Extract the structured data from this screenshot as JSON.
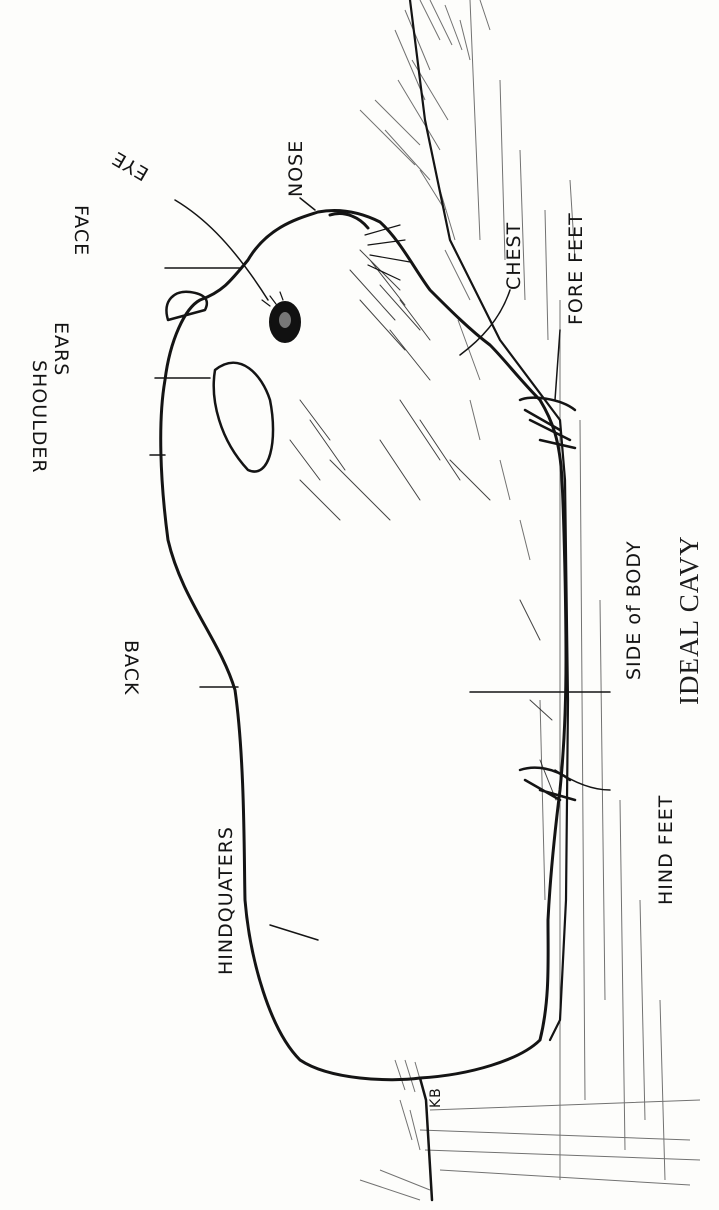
{
  "caption": "IDEAL CAVY",
  "labels": {
    "eye": "EYE",
    "nose": "NOSE",
    "face": "FACE",
    "ears": "EARS",
    "chest": "CHEST",
    "fore_feet": "FORE FEET",
    "shoulder": "SHOULDER",
    "side_of_body": "SIDE of BODY",
    "back": "BACK",
    "hind_feet": "HIND FEET",
    "hindquarters": "HINDQUATERS"
  },
  "signature": "KB"
}
